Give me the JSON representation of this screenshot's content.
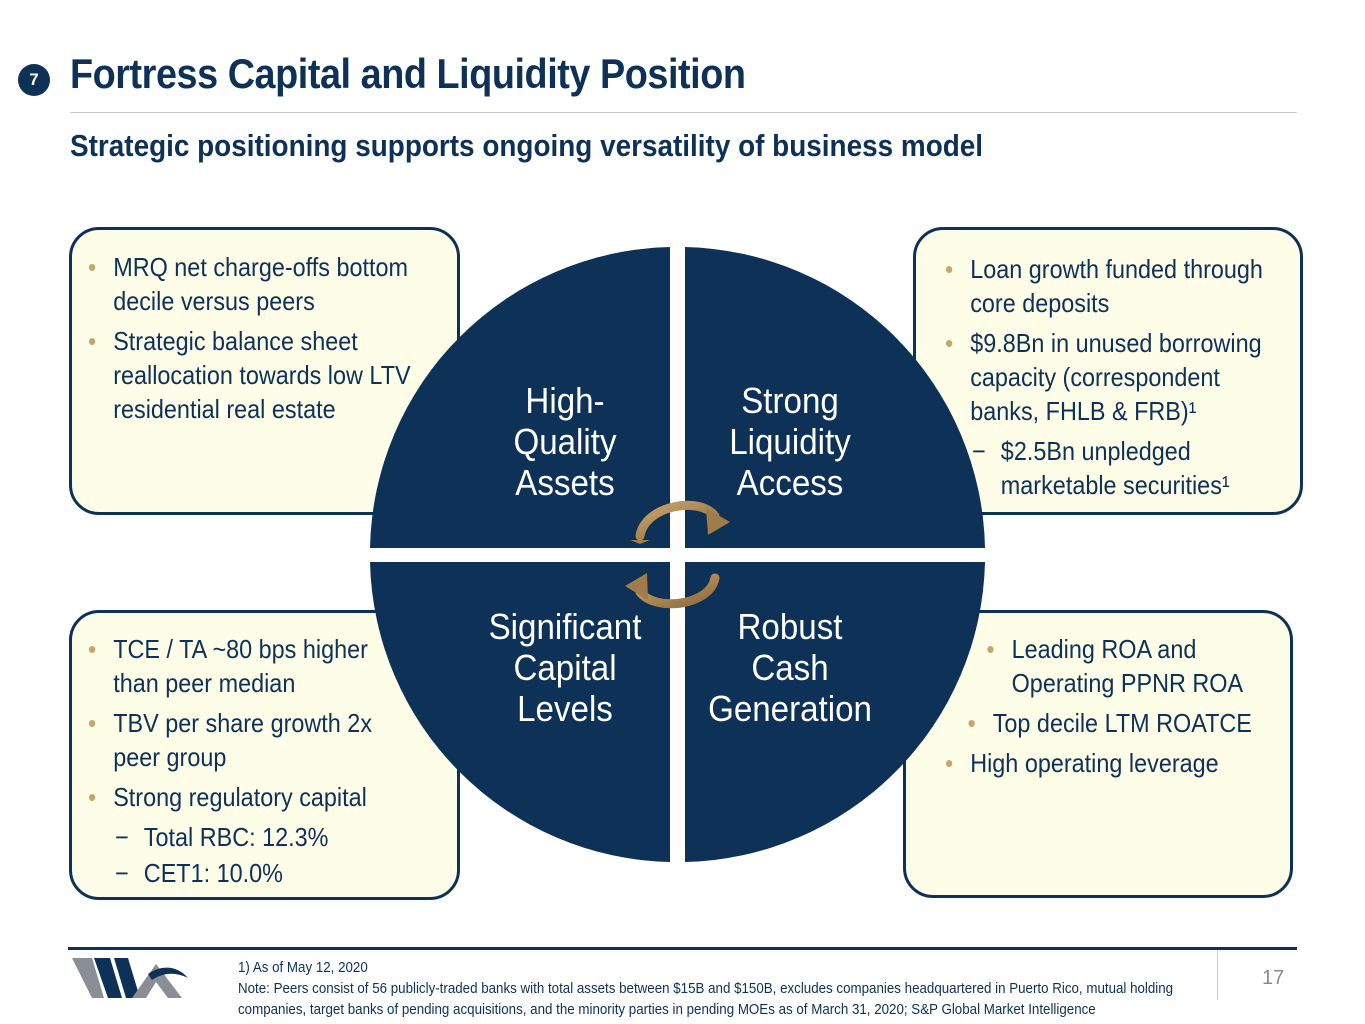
{
  "header": {
    "section_number": "7",
    "title": "Fortress Capital and Liquidity Position",
    "subtitle": "Strategic positioning supports ongoing versatility of business model"
  },
  "quadrants": {
    "top_left": {
      "line1": "High-",
      "line2": "Quality",
      "line3": "Assets"
    },
    "top_right": {
      "line1": "Strong",
      "line2": "Liquidity",
      "line3": "Access"
    },
    "bottom_left": {
      "line1": "Significant",
      "line2": "Capital",
      "line3": "Levels"
    },
    "bottom_right": {
      "line1": "Robust",
      "line2": "Cash",
      "line3": "Generation"
    }
  },
  "boxes": {
    "top_left": [
      "MRQ net charge-offs bottom decile versus peers",
      "Strategic balance sheet reallocation towards low LTV residential real estate"
    ],
    "top_right": [
      "Loan growth funded through core deposits",
      "$9.8Bn in unused borrowing capacity (correspondent banks, FHLB & FRB)¹",
      "$2.5Bn unpledged marketable securities¹"
    ],
    "bottom_left": [
      "TCE / TA  ~80 bps higher than peer median",
      "TBV per share growth 2x peer group",
      "Strong regulatory capital",
      "Total RBC: 12.3%",
      "CET1: 10.0%"
    ],
    "bottom_right": [
      "Leading ROA and Operating PPNR ROA",
      "Top decile LTM ROATCE",
      "High operating leverage"
    ]
  },
  "footer": {
    "note1": "1) As of May 12, 2020",
    "note2": "Note: Peers consist of 56 publicly-traded banks with total assets between $15B and $150B, excludes companies headquartered in Puerto Rico, mutual holding companies, target banks of pending acquisitions, and the minority parties in pending MOEs as of March 31, 2020; S&P Global Market Intelligence",
    "page_number": "17",
    "logo_text": "WA"
  },
  "colors": {
    "navy": "#0d3157",
    "box_fill": "#fdfde8",
    "arrow_gold": "#b08a55"
  }
}
